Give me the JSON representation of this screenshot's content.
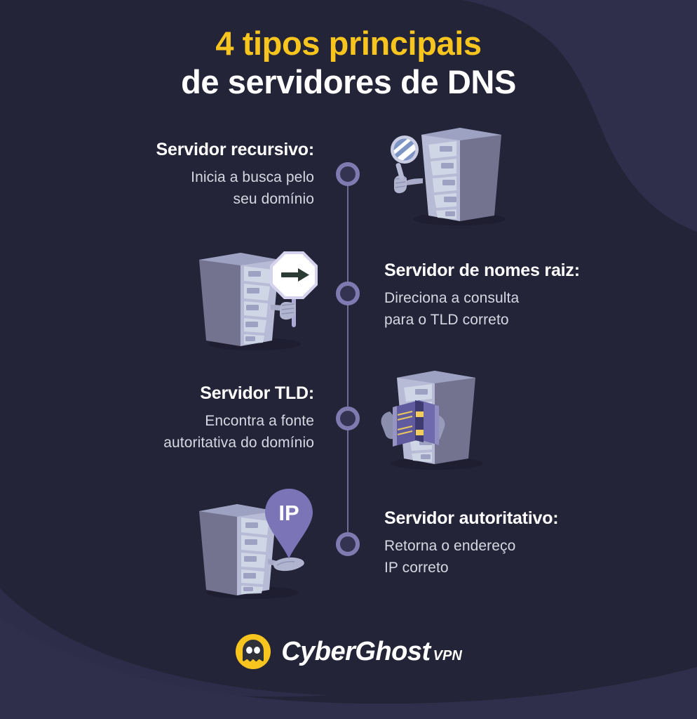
{
  "theme": {
    "background": "#242438",
    "background_light": "#2F2F4C",
    "accent_yellow": "#F7C51E",
    "heading_white": "#FFFFFF",
    "body_text": "#D6D7E2",
    "timeline_dot_ring": "#7F7BB0",
    "timeline_dot_fill": "#343352",
    "timeline_line": "#8A86B4",
    "server_front": "#B7BBD6",
    "server_side": "#74738F",
    "server_top": "#9EA2C2",
    "server_slot": "#CFD7E6",
    "pin_purple": "#7B75B8",
    "book_purple": "#5F5B9E",
    "book_gold": "#F2CD5C"
  },
  "title": {
    "line1": "4 tipos principais",
    "line2": "de servidores de DNS"
  },
  "steps": [
    {
      "id": 1,
      "heading": "Servidor recursivo:",
      "body": "Inicia a busca pelo\nseu domínio",
      "body_line1": "Inicia a busca pelo",
      "body_line2": "seu domínio",
      "text_side": "left",
      "illustration": "server-with-magnifying-glass",
      "icon_name": "magnifier-icon"
    },
    {
      "id": 2,
      "heading": "Servidor de nomes raiz:",
      "body": "Direciona a consulta\npara o TLD correto",
      "body_line1": "Direciona a consulta",
      "body_line2": "para o TLD correto",
      "text_side": "right",
      "illustration": "server-with-arrow-sign",
      "icon_name": "arrow-right-sign-icon"
    },
    {
      "id": 3,
      "heading": "Servidor TLD:",
      "body": "Encontra a fonte\nautoritativa do domínio",
      "body_line1": "Encontra a fonte",
      "body_line2": "autoritativa do domínio",
      "text_side": "left",
      "illustration": "server-with-book",
      "icon_name": "open-book-icon"
    },
    {
      "id": 4,
      "heading": "Servidor autoritativo:",
      "body": "Retorna o endereço\nIP correto",
      "body_line1": "Retorna o endereço",
      "body_line2": "IP correto",
      "text_side": "right",
      "illustration": "server-with-ip-pin",
      "icon_name": "ip-map-pin-icon"
    }
  ],
  "illustration_labels": {
    "ip_pin_text": "IP"
  },
  "logo": {
    "name": "CyberGhost",
    "suffix": "VPN",
    "mark": "ghost-mascot-icon"
  }
}
